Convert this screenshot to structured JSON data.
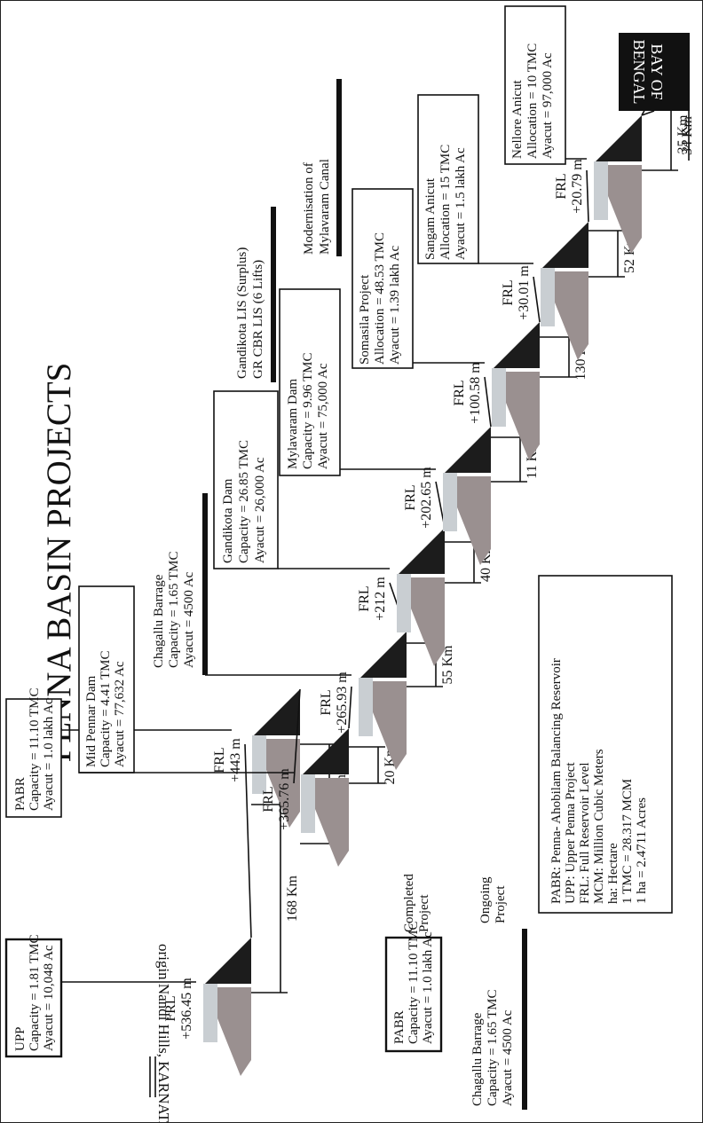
{
  "title": "PENNA BASIN PROJECTS",
  "origin": "origin Nandi Hills, KARNATAKA",
  "sea": [
    "BAY OF",
    "BENGAL"
  ],
  "frl_label": "FRL",
  "dams": [
    {
      "frl": "+536.45 m",
      "distance": "168 Km"
    },
    {
      "frl": "+443 m",
      "distance": "52 Km"
    },
    {
      "frl": "+365.76 m",
      "distance": "20 Km"
    },
    {
      "frl": "+265.93 m",
      "distance": "55 Km"
    },
    {
      "frl": "+212 m",
      "distance": "40 Km"
    },
    {
      "frl": "+202.65 m",
      "distance": "11 Km"
    },
    {
      "frl": "+100.58 m",
      "distance": "130 Km"
    },
    {
      "frl": "+30.01 m",
      "distance": "52 Km"
    },
    {
      "frl": "+20.79 m",
      "distance": "35 Km"
    },
    {
      "frl": "",
      "distance": "34 Km"
    }
  ],
  "projects": {
    "upp": [
      "UPP",
      "Capacity  = 1.81 TMC",
      "Ayacut = 10,048 Ac"
    ],
    "pabr": [
      "PABR",
      "Capacity  = 11.10 TMC",
      "Ayacut = 1.0 lakh Ac"
    ],
    "mid_pennar": [
      "Mid Pennar Dam",
      "Capacity  = 4.41 TMC",
      "Ayacut = 77,632 Ac"
    ],
    "chagallu": [
      "Chagallu Barrage",
      "Capacity  = 1.65 TMC",
      "Ayacut = 4500 Ac"
    ],
    "gandikota": [
      "Gandikota Dam",
      "Capacity  = 26.85 TMC",
      "Ayacut = 26,000 Ac"
    ],
    "gandikota_lis": [
      "Gandikota LIS (Surplus)",
      "GR CBR LIS (6 Lifts)"
    ],
    "mylavaram": [
      "Mylavaram Dam",
      "Capacity  = 9.96 TMC",
      "Ayacut = 75,000 Ac"
    ],
    "mylavaram_canal": [
      "Modernisation of",
      "Mylavaram Canal"
    ],
    "somasila": [
      "Somasila Project",
      "Allocation  = 48.53 TMC",
      "Ayacut = 1.39 lakh Ac"
    ],
    "sangam": [
      "Sangam Anicut",
      "Allocation  = 15 TMC",
      "Ayacut = 1.5 lakh Ac"
    ],
    "nellore": [
      "Nellore Anicut",
      "Allocation = 10 TMC",
      "Ayacut = 97,000 Ac"
    ]
  },
  "legend_types": {
    "completed": [
      "Completed",
      "Project"
    ],
    "ongoing": [
      "Ongoing",
      "Project"
    ],
    "sample_completed": [
      "PABR",
      "Capacity  = 11.10 TMC",
      "Ayacut = 1.0 lakh Ac"
    ],
    "sample_ongoing": [
      "Chagallu Barrage",
      "Capacity  = 1.65 TMC",
      "Ayacut = 4500 Ac"
    ]
  },
  "abbreviations": [
    "PABR: Penna- Ahobilam Balancing Reservoir",
    "UPP: Upper Penna Project",
    "FRL: Full Reservoir Level",
    "MCM: Million Cubic Meters",
    "ha: Hectare",
    "1 TMC = 28.317 MCM",
    "1 ha = 2.4711 Acres"
  ],
  "colors": {
    "reservoir_dark": "#1c1c1c",
    "reservoir_grey": "#9a9090",
    "dam_crest": "#c9ced2"
  }
}
